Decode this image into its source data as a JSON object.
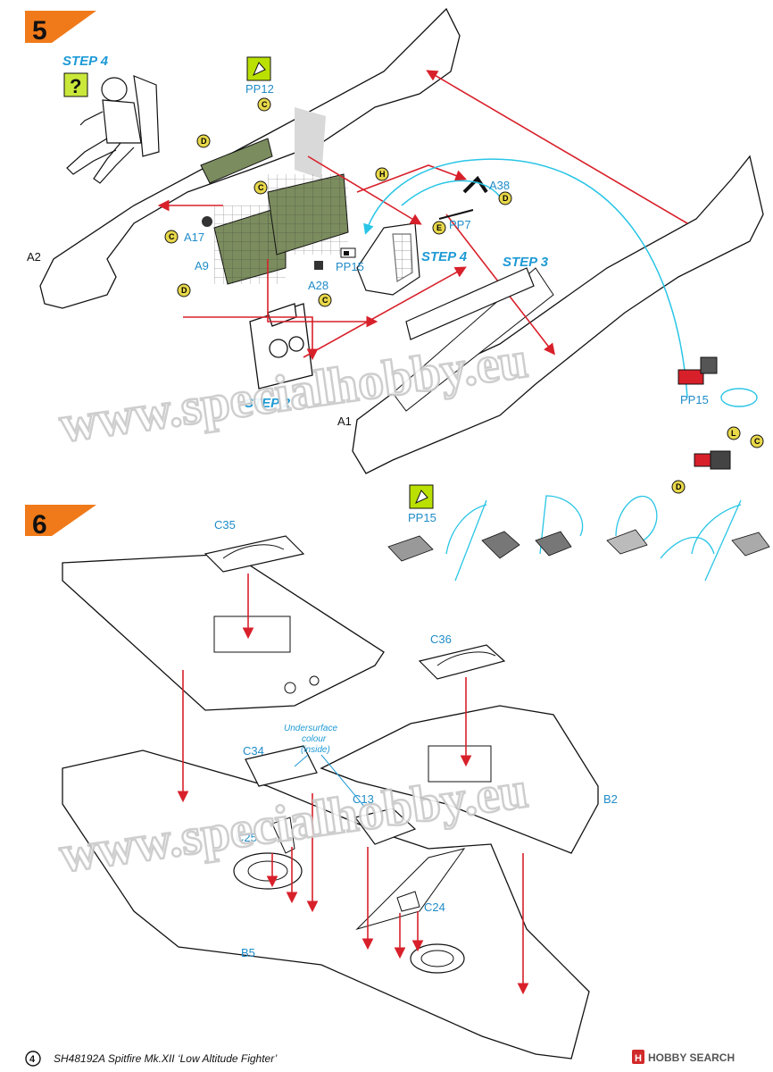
{
  "steps": [
    {
      "number": "5",
      "color": "#f07a1a"
    },
    {
      "number": "6",
      "color": "#f07a1a"
    }
  ],
  "step5": {
    "substeps": [
      "STEP 4",
      "STEP 4",
      "STEP 3",
      "STEP 2"
    ],
    "parts": {
      "pp12": "PP12",
      "a17": "A17",
      "a9": "A9",
      "a2": "A2",
      "a28": "A28",
      "pp15": "PP15",
      "pp7": "PP7",
      "a38": "A38",
      "a1": "A1",
      "pp15b": "PP15"
    },
    "paint_codes": {
      "c1": "C",
      "d1": "D",
      "c2": "C",
      "h": "H",
      "d2": "D",
      "c3": "C",
      "d3": "D",
      "e": "E",
      "c4": "C",
      "l": "L",
      "c5": "C",
      "d4": "D"
    }
  },
  "step6": {
    "parts": {
      "pp15": "PP15",
      "c35": "C35",
      "c36": "C36",
      "c34": "C34",
      "c13": "C13",
      "c25": "C25",
      "c24": "C24",
      "b2": "B2",
      "b5": "B5"
    },
    "note_line1": "Undersurface",
    "note_line2": "colour",
    "note_line3": "(inside)"
  },
  "watermark": "www.specialhobby.eu",
  "footer": {
    "page_number": "4",
    "title": "SH48192A  Spitfire Mk.XII ‘Low Altitude Fighter’",
    "brand": "HOBBY SEARCH",
    "brand_prefix": "H"
  },
  "colors": {
    "arrow_red": "#d8202a",
    "cyan": "#29c5e6",
    "step_orange": "#f07a1a",
    "label_blue": "#1e9ad6",
    "paint_yellow": "#e8d84a",
    "interior_green": "#7b8c5e",
    "icon_lime": "#b9e000"
  }
}
